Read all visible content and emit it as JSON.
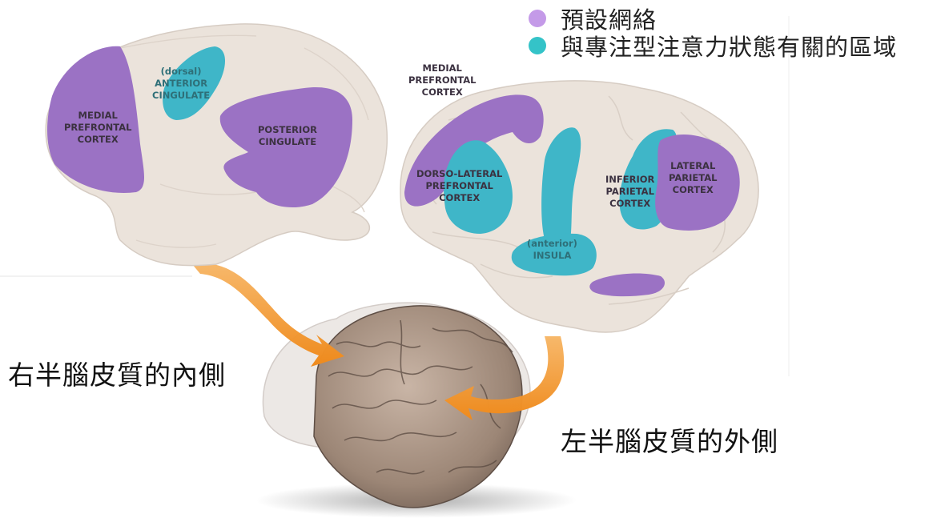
{
  "legend": {
    "items": [
      {
        "color": "#c49ae8",
        "label": "預設網絡"
      },
      {
        "color": "#34c3c8",
        "label": "與專注型注意力狀態有關的區域"
      }
    ]
  },
  "captions": {
    "right_hemisphere": "右半腦皮質的內側",
    "left_hemisphere": "左半腦皮質的外側"
  },
  "medial_view": {
    "medial_prefrontal": "MEDIAL\nPREFRONTAL\nCORTEX",
    "anterior_cingulate": "(dorsal)\nANTERIOR\nCINGULATE",
    "posterior_cingulate": "POSTERIOR\nCINGULATE"
  },
  "lateral_view": {
    "medial_prefrontal": "MEDIAL\nPREFRONTAL\nCORTEX",
    "dorsolateral_prefrontal": "DORSO-LATERAL\nPREFRONTAL\nCORTEX",
    "inferior_parietal": "INFERIOR\nPARIETAL\nCORTEX",
    "lateral_parietal": "LATERAL\nPARIETAL\nCORTEX",
    "anterior_insula": "(anterior)\nINSULA"
  },
  "colors": {
    "default_network": "#9b72c4",
    "attention_regions": "#3fb6c8",
    "arrow": "#f29a2e",
    "brain_surface": "#ece4dc"
  }
}
